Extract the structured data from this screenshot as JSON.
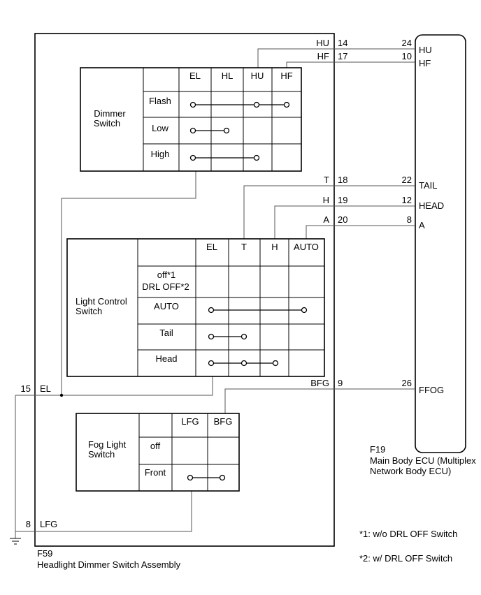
{
  "assembly": {
    "code": "F59",
    "name": "Headlight Dimmer Switch Assembly"
  },
  "ecu": {
    "code": "F19",
    "name_line1": "Main Body ECU (Multiplex",
    "name_line2": "Network Body ECU)"
  },
  "pins": {
    "hu": {
      "name": "HU",
      "num": "14",
      "ecu_num": "24",
      "ecu_name": "HU"
    },
    "hf": {
      "name": "HF",
      "num": "17",
      "ecu_num": "10",
      "ecu_name": "HF"
    },
    "t": {
      "name": "T",
      "num": "18",
      "ecu_num": "22",
      "ecu_name": "TAIL"
    },
    "h": {
      "name": "H",
      "num": "19",
      "ecu_num": "12",
      "ecu_name": "HEAD"
    },
    "a": {
      "name": "A",
      "num": "20",
      "ecu_num": "8",
      "ecu_name": "A"
    },
    "bfg": {
      "name": "BFG",
      "num": "9",
      "ecu_num": "26",
      "ecu_name": "FFOG"
    },
    "el": {
      "name": "EL",
      "num": "15"
    },
    "lfg": {
      "name": "LFG",
      "num": "8"
    }
  },
  "dimmer": {
    "label1": "Dimmer",
    "label2": "Switch",
    "cols": [
      "EL",
      "HL",
      "HU",
      "HF"
    ],
    "rows": [
      "Flash",
      "Low",
      "High"
    ]
  },
  "light": {
    "label1": "Light Control",
    "label2": "Switch",
    "cols": [
      "EL",
      "T",
      "H",
      "AUTO"
    ],
    "off1": "off*1",
    "off2": "DRL OFF*2",
    "rows": [
      "AUTO",
      "Tail",
      "Head"
    ]
  },
  "fog": {
    "label1": "Fog Light",
    "label2": "Switch",
    "cols": [
      "LFG",
      "BFG"
    ],
    "rows": [
      "off",
      "Front"
    ]
  },
  "notes": {
    "n1": "*1: w/o DRL OFF Switch",
    "n2": "*2: w/ DRL OFF Switch"
  }
}
